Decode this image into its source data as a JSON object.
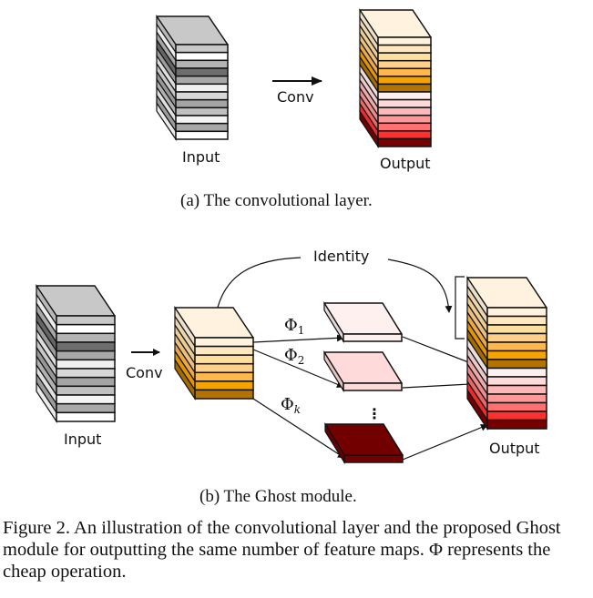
{
  "figure": {
    "subfig_a": {
      "caption": "(a)  The convolutional layer.",
      "input_label": "Input",
      "op_label": "Conv",
      "output_label": "Output",
      "input_stripes": [
        "#c8c8c8",
        "#ffffff",
        "#b4b4b4",
        "#6e6e6e",
        "#a8a8a8",
        "#f0f0f0",
        "#d8d8d8",
        "#a4a4a4",
        "#c0c0c0",
        "#f4f4f4",
        "#a8a8a8",
        "#ffffff"
      ],
      "input_top_color": "#c8c8c8",
      "output_stripes": [
        "#fff3dd",
        "#ffe8c0",
        "#ffdf9e",
        "#ffd08a",
        "#ffb84c",
        "#f5a300",
        "#b27300",
        "#fff0f0",
        "#ffdada",
        "#ffb8b8",
        "#ff9898",
        "#ff7070",
        "#ff3030",
        "#7a0000"
      ],
      "output_top_color": "#fff3e0"
    },
    "subfig_b": {
      "caption": "(b)  The Ghost module.",
      "input_label": "Input",
      "op_label": "Conv",
      "identity_label": "Identity",
      "output_label": "Output",
      "ops": [
        {
          "symbol": "Φ",
          "subscript": "1",
          "slab_color": "#fff0f0"
        },
        {
          "symbol": "Φ",
          "subscript": "2",
          "slab_color": "#ffdada"
        },
        {
          "symbol": "Φ",
          "subscript": "k",
          "slab_color": "#730000"
        }
      ],
      "ellipsis": "⋮",
      "intrinsic_stripes": [
        "#fff3dd",
        "#ffe8c0",
        "#ffdf9e",
        "#ffd08a",
        "#ffb84c",
        "#f5a300",
        "#b27300"
      ],
      "intrinsic_top_color": "#fff3e0"
    },
    "caption": "Figure 2. An illustration of the convolutional layer and the proposed Ghost module for outputting the same number of feature maps. Φ represents the cheap operation."
  }
}
